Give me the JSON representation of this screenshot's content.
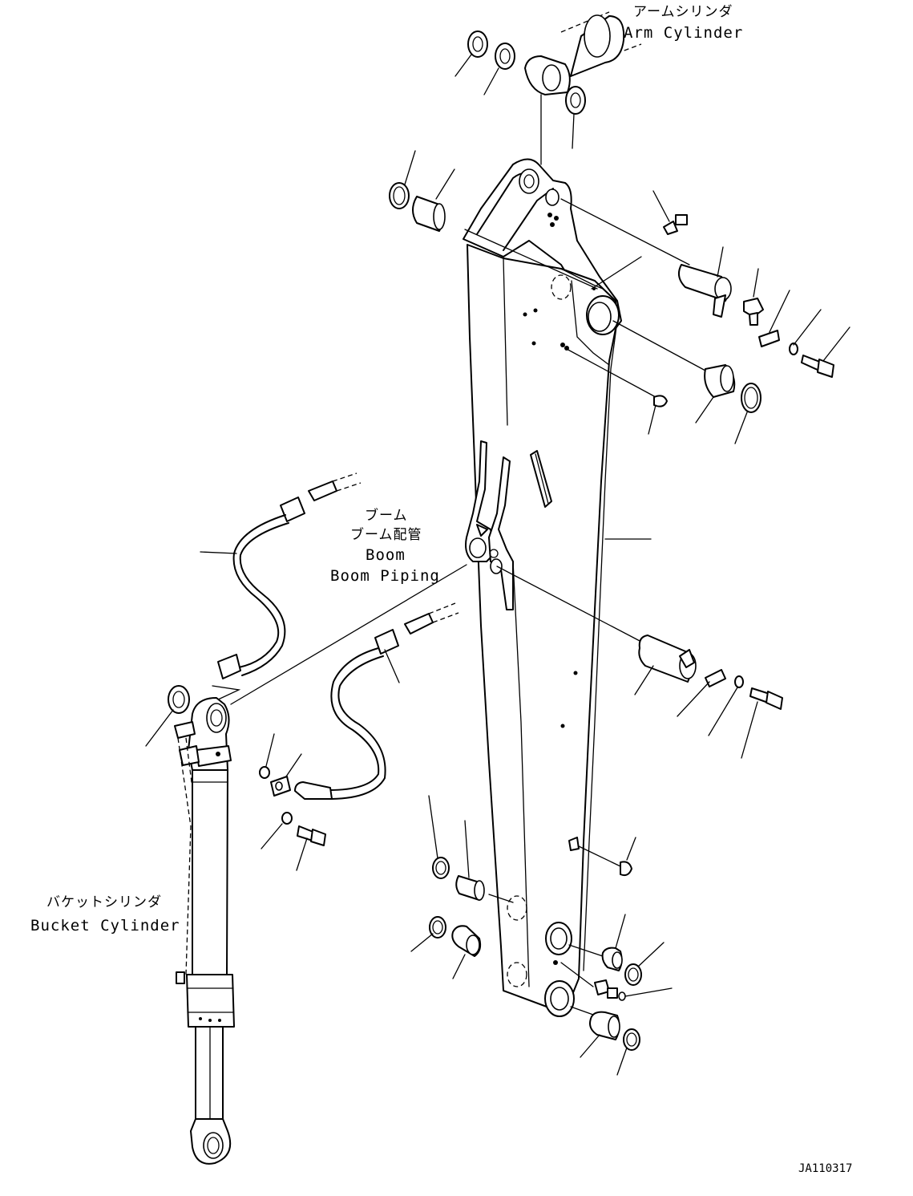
{
  "labels": {
    "arm_cylinder_jp": "アームシリンダ",
    "arm_cylinder_en": "Arm Cylinder",
    "boom_jp": "ブーム",
    "boom_piping_jp": "ブーム配管",
    "boom_en": "Boom",
    "boom_piping_en": "Boom Piping",
    "bucket_cylinder_jp": "バケットシリンダ",
    "bucket_cylinder_en": "Bucket Cylinder"
  },
  "drawing_code": "JA110317"
}
